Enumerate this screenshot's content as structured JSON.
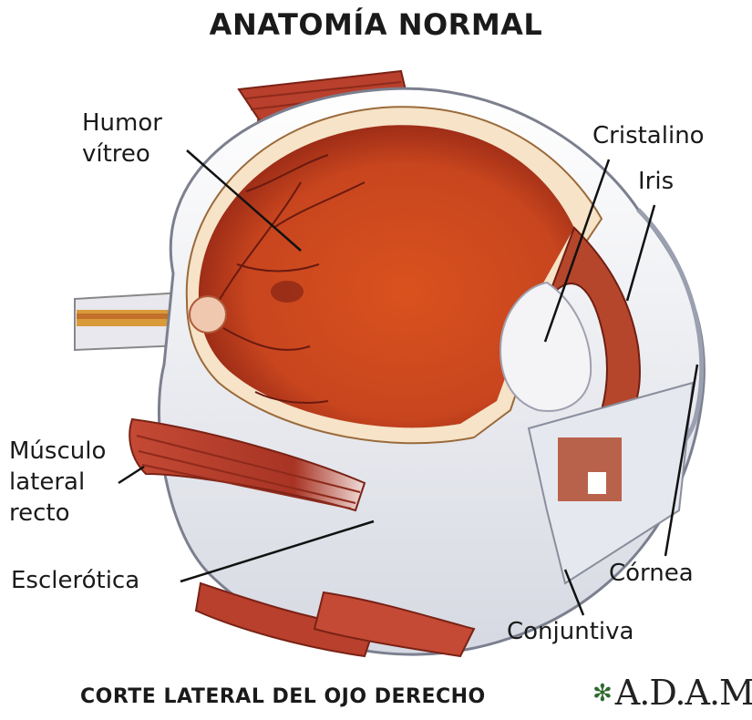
{
  "title": "ANATOMÍA NORMAL",
  "caption": "CORTE LATERAL DEL OJO DERECHO",
  "logo": {
    "text": "A.D.A.M.",
    "icon": "adam-star-icon"
  },
  "labels": {
    "humor_line1": "Humor",
    "humor_line2": "vítreo",
    "cristalino": "Cristalino",
    "iris": "Iris",
    "musculo_line1": "Músculo",
    "musculo_line2": "lateral",
    "musculo_line3": "recto",
    "esclerotica": "Esclerótica",
    "cornea": "Córnea",
    "conjuntiva": "Conjuntiva"
  },
  "colors": {
    "vitreous": "#c8451e",
    "retina": "#8e2414",
    "sclera": "#eef0f5",
    "muscle": "#b03a2a",
    "lens": "#f4f4f6"
  }
}
